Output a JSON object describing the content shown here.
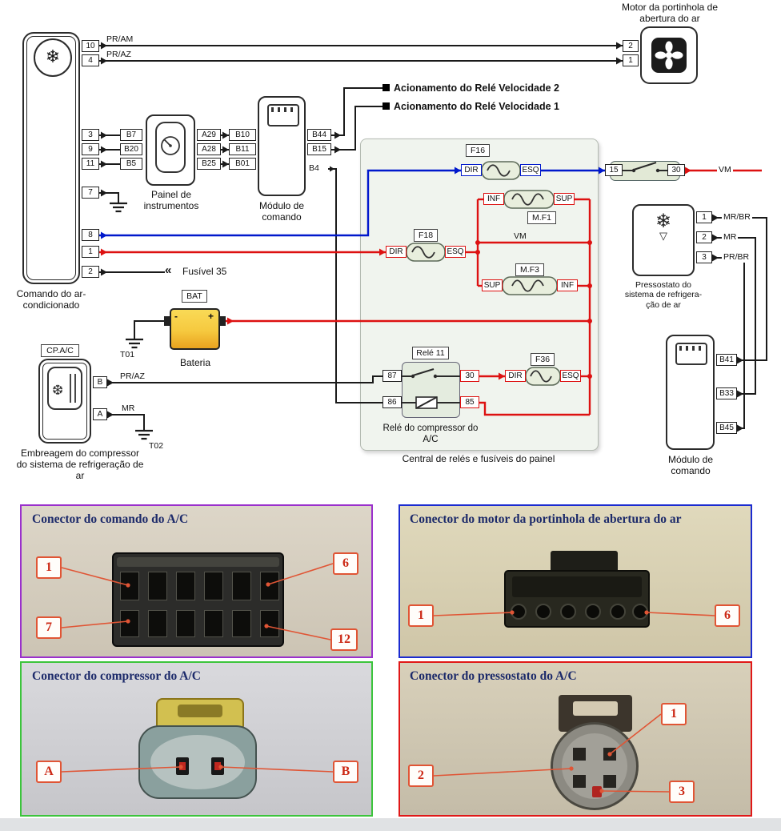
{
  "colors": {
    "wire-black": "#1a1a1a",
    "wire-red": "#dd1111",
    "wire-blue": "#0018cc",
    "panel-purple": "#9a30cc",
    "panel-blue": "#1b2bd0",
    "panel-green": "#3cc43c",
    "panel-red": "#e01818",
    "callout": "#e05535",
    "callout-text": "#cc2814",
    "title-blue": "#1c2a6a",
    "fuse-fill": "#e8eedd",
    "relay-fill": "#e4ecdf",
    "central-bg": "#f0f4ee",
    "battery-yellow": "#f6c93f"
  },
  "icons": {
    "snowflake": "❄",
    "clutch_snowflake": "❆",
    "pressure_down": "▽",
    "fuse_link": "«"
  },
  "diagram": {
    "motor": {
      "title": "Motor da portinhola de abertura do ar",
      "pin2": "2",
      "pin1": "1"
    },
    "ac": {
      "label": "Comando do ar-condicionado",
      "p10": "10",
      "p4": "4",
      "p3": "3",
      "p9": "9",
      "p11": "11",
      "p7": "7",
      "p8": "8",
      "p1": "1",
      "p2": "2"
    },
    "wires": {
      "pr_am": "PR/AM",
      "pr_az": "PR/AZ",
      "vm_top": "VM",
      "vm_mid": "VM",
      "clutch_b": "PR/AZ",
      "clutch_a": "MR",
      "press1": "MR/BR",
      "press2": "MR",
      "press3": "PR/BR"
    },
    "painel": {
      "label": "Painel de instrumentos",
      "l1": "B7",
      "l2": "B20",
      "l3": "B5",
      "r1": "A29",
      "r2": "A28",
      "r3": "B25"
    },
    "modulo1": {
      "label": "Módulo de comando",
      "l1": "B10",
      "l2": "B11",
      "l3": "B01",
      "r1": "B44",
      "r2": "B15",
      "r3": "B4"
    },
    "vel2": "Acionamento do Relé Velocidade 2",
    "vel1": "Acionamento do Relé Velocidade 1",
    "central": {
      "label": "Central de relés e fusíveis do painel"
    },
    "f16": {
      "tag": "F16",
      "l": "DIR",
      "r": "ESQ"
    },
    "mf1": {
      "tag": "M.F1",
      "l": "INF",
      "r": "SUP"
    },
    "f18": {
      "tag": "F18",
      "l": "DIR",
      "r": "ESQ"
    },
    "mf3": {
      "tag": "M.F3",
      "l": "SUP",
      "r": "INF"
    },
    "f36": {
      "tag": "F36",
      "l": "DIR",
      "r": "ESQ"
    },
    "rele": {
      "tag": "Relé 11",
      "p87": "87",
      "p86": "86",
      "p30": "30",
      "p85": "85",
      "label": "Relé do compressor do A/C"
    },
    "ign": {
      "p15": "15",
      "p30": "30"
    },
    "press": {
      "label_lines": [
        "Pressostato do",
        "sistema de refrigera-",
        "ção de ar"
      ],
      "p1": "1",
      "p2": "2",
      "p3": "3"
    },
    "modulo2": {
      "label": "Módulo de comando",
      "p1": "B41",
      "p2": "B33",
      "p3": "B45"
    },
    "bat": {
      "tag": "BAT",
      "label": "Bateria",
      "minus": "-",
      "plus": "+",
      "gnd": "T01"
    },
    "fus35": "Fusível 35",
    "clutch": {
      "tag": "CP.A/C",
      "label": "Embreagem do compressor do sistema de refrigeração de ar",
      "pb": "B",
      "pa": "A",
      "gnd": "T02"
    }
  },
  "connectors": {
    "c1": {
      "title": "Conector do comando do A/C",
      "n1": "1",
      "n7": "7",
      "n6": "6",
      "n12": "12"
    },
    "c2": {
      "title": "Conector do motor da portinhola de abertura do ar",
      "n1": "1",
      "n6": "6"
    },
    "c3": {
      "title": "Conector do compressor do A/C",
      "na": "A",
      "nb": "B"
    },
    "c4": {
      "title": "Conector do pressostato do A/C",
      "n1": "1",
      "n2": "2",
      "n3": "3"
    }
  }
}
